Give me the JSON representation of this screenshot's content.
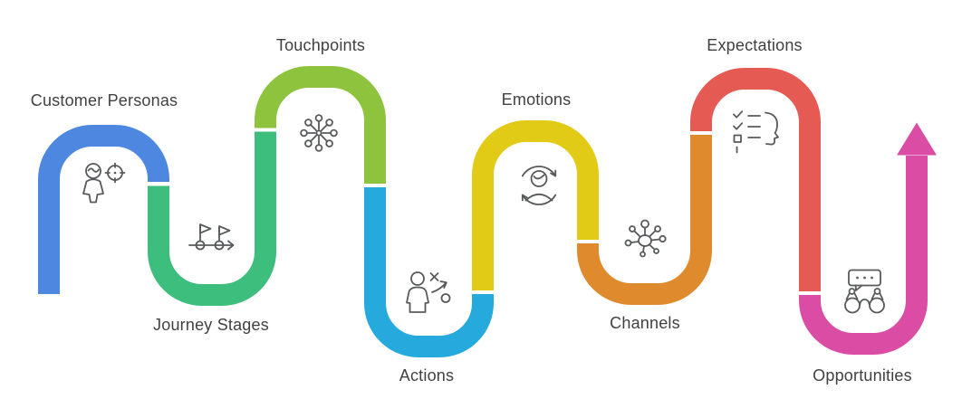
{
  "stages": [
    {
      "label": "Customer Personas",
      "color": "#4D87E0",
      "icon": "persona-target-icon",
      "label_position": "top"
    },
    {
      "label": "Journey Stages",
      "color": "#3DBE7D",
      "icon": "flags-timeline-icon",
      "label_position": "bottom"
    },
    {
      "label": "Touchpoints",
      "color": "#8EC43D",
      "icon": "network-hub-icon",
      "label_position": "top"
    },
    {
      "label": "Actions",
      "color": "#26A9DC",
      "icon": "person-strategy-icon",
      "label_position": "bottom"
    },
    {
      "label": "Emotions",
      "color": "#E2CB17",
      "icon": "person-refresh-icon",
      "label_position": "top"
    },
    {
      "label": "Channels",
      "color": "#E08A2E",
      "icon": "hub-spokes-icon",
      "label_position": "bottom"
    },
    {
      "label": "Expectations",
      "color": "#E55A52",
      "icon": "checklist-profile-icon",
      "label_position": "top"
    },
    {
      "label": "Opportunities",
      "color": "#DB4DA4",
      "icon": "binoculars-speech-icon",
      "label_position": "bottom"
    }
  ],
  "arrow": {
    "color": "#DB4DA4",
    "direction": "up"
  },
  "style": {
    "text_color": "#414042",
    "icon_stroke_color": "#58595B",
    "background": "#FFFFFF"
  }
}
